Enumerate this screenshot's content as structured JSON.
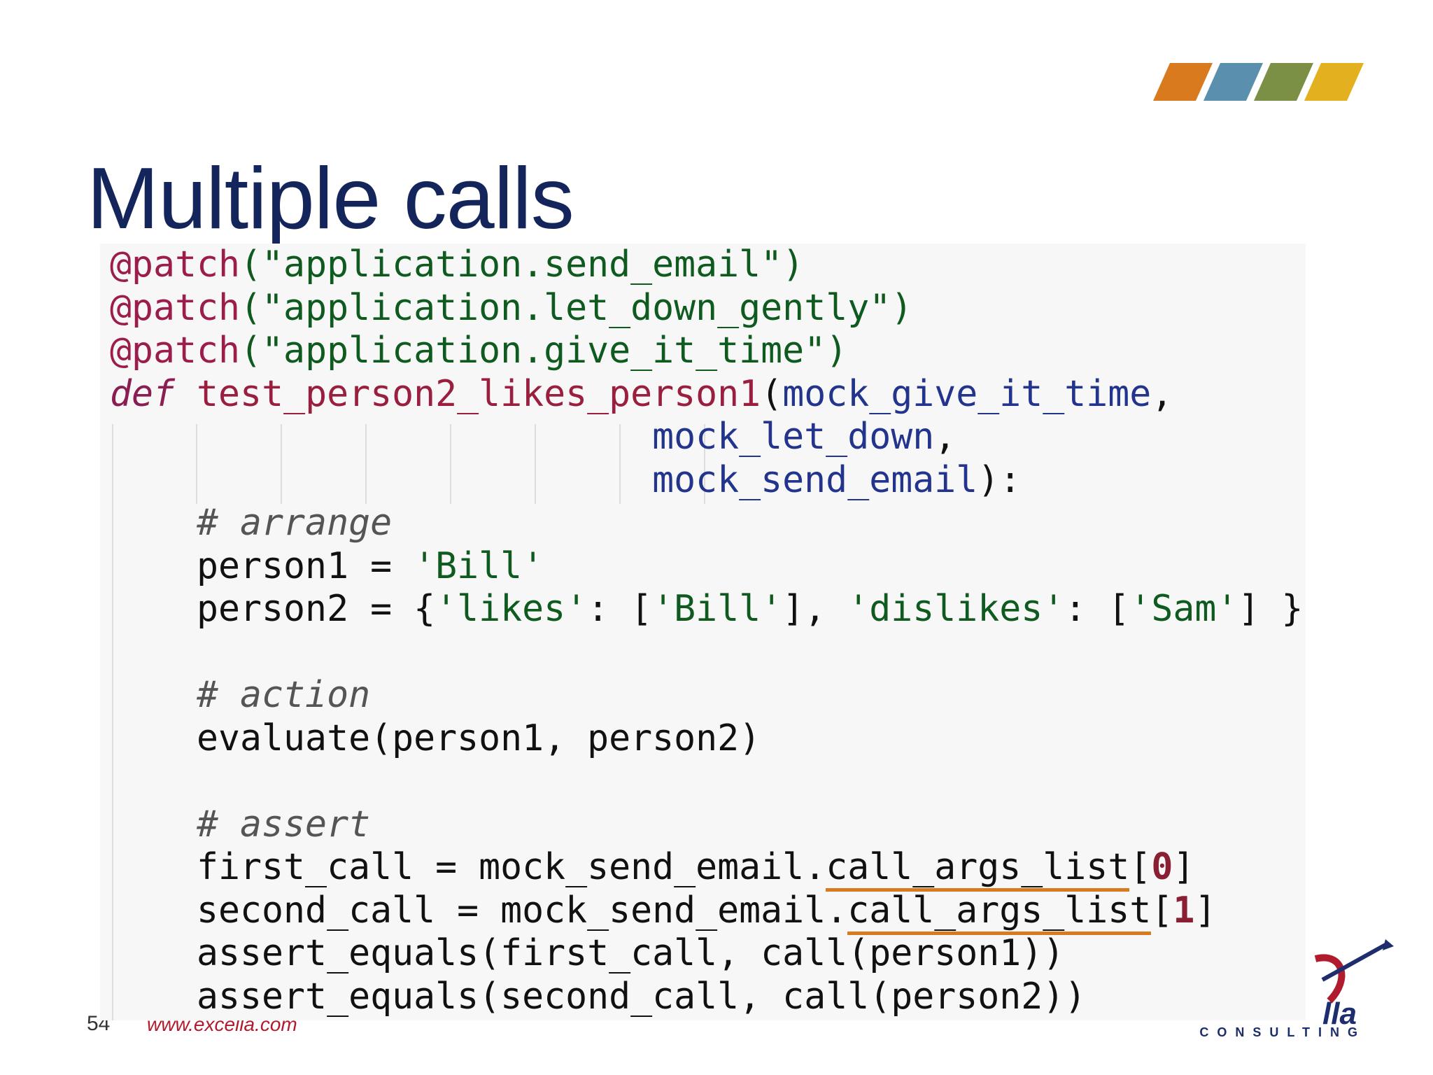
{
  "colors": {
    "title": "#14255c",
    "stripe_orange": "#d97a1e",
    "stripe_blue": "#5b8fae",
    "stripe_olive": "#7b8f45",
    "stripe_gold": "#e3b01f",
    "underline": "#d97a1e"
  },
  "slide": {
    "title": "Multiple calls",
    "page_number": "54",
    "website": "www.excella.com",
    "logo_text": "lla",
    "logo_subtext": "CONSULTING"
  },
  "code": {
    "decorator": "@patch",
    "lines": {
      "l1_arg": "(\"application.send_email\")",
      "l2_arg": "(\"application.let_down_gently\")",
      "l3_arg": "(\"application.give_it_time\")",
      "def_kw": "def",
      "func_name": "test_person2_likes_person1",
      "open_paren": "(",
      "param1": "mock_give_it_time",
      "comma": ",",
      "param2": "mock_let_down",
      "param3": "mock_send_email",
      "close": "):",
      "comment_arrange": "# arrange",
      "p1_assign": "person1 = ",
      "p1_value": "'Bill'",
      "p2_assign": "person2 = {",
      "p2_likes": "'likes'",
      "p2_mid1": ": [",
      "p2_bill": "'Bill'",
      "p2_mid2": "], ",
      "p2_dislikes": "'dislikes'",
      "p2_mid3": ": [",
      "p2_sam": "'Sam'",
      "p2_end": "] }",
      "comment_action": "# action",
      "evaluate": "evaluate(person1, person2)",
      "comment_assert": "# assert",
      "first_call_prefix": "first_call = mock_send_email.",
      "call_args_list": "call_args_list",
      "idx_open": "[",
      "idx0": "0",
      "idx1": "1",
      "idx_close": "]",
      "second_call_prefix": "second_call = mock_send_email.",
      "assert1": "assert_equals(first_call, call(person1))",
      "assert2": "assert_equals(second_call, call(person2))"
    }
  }
}
